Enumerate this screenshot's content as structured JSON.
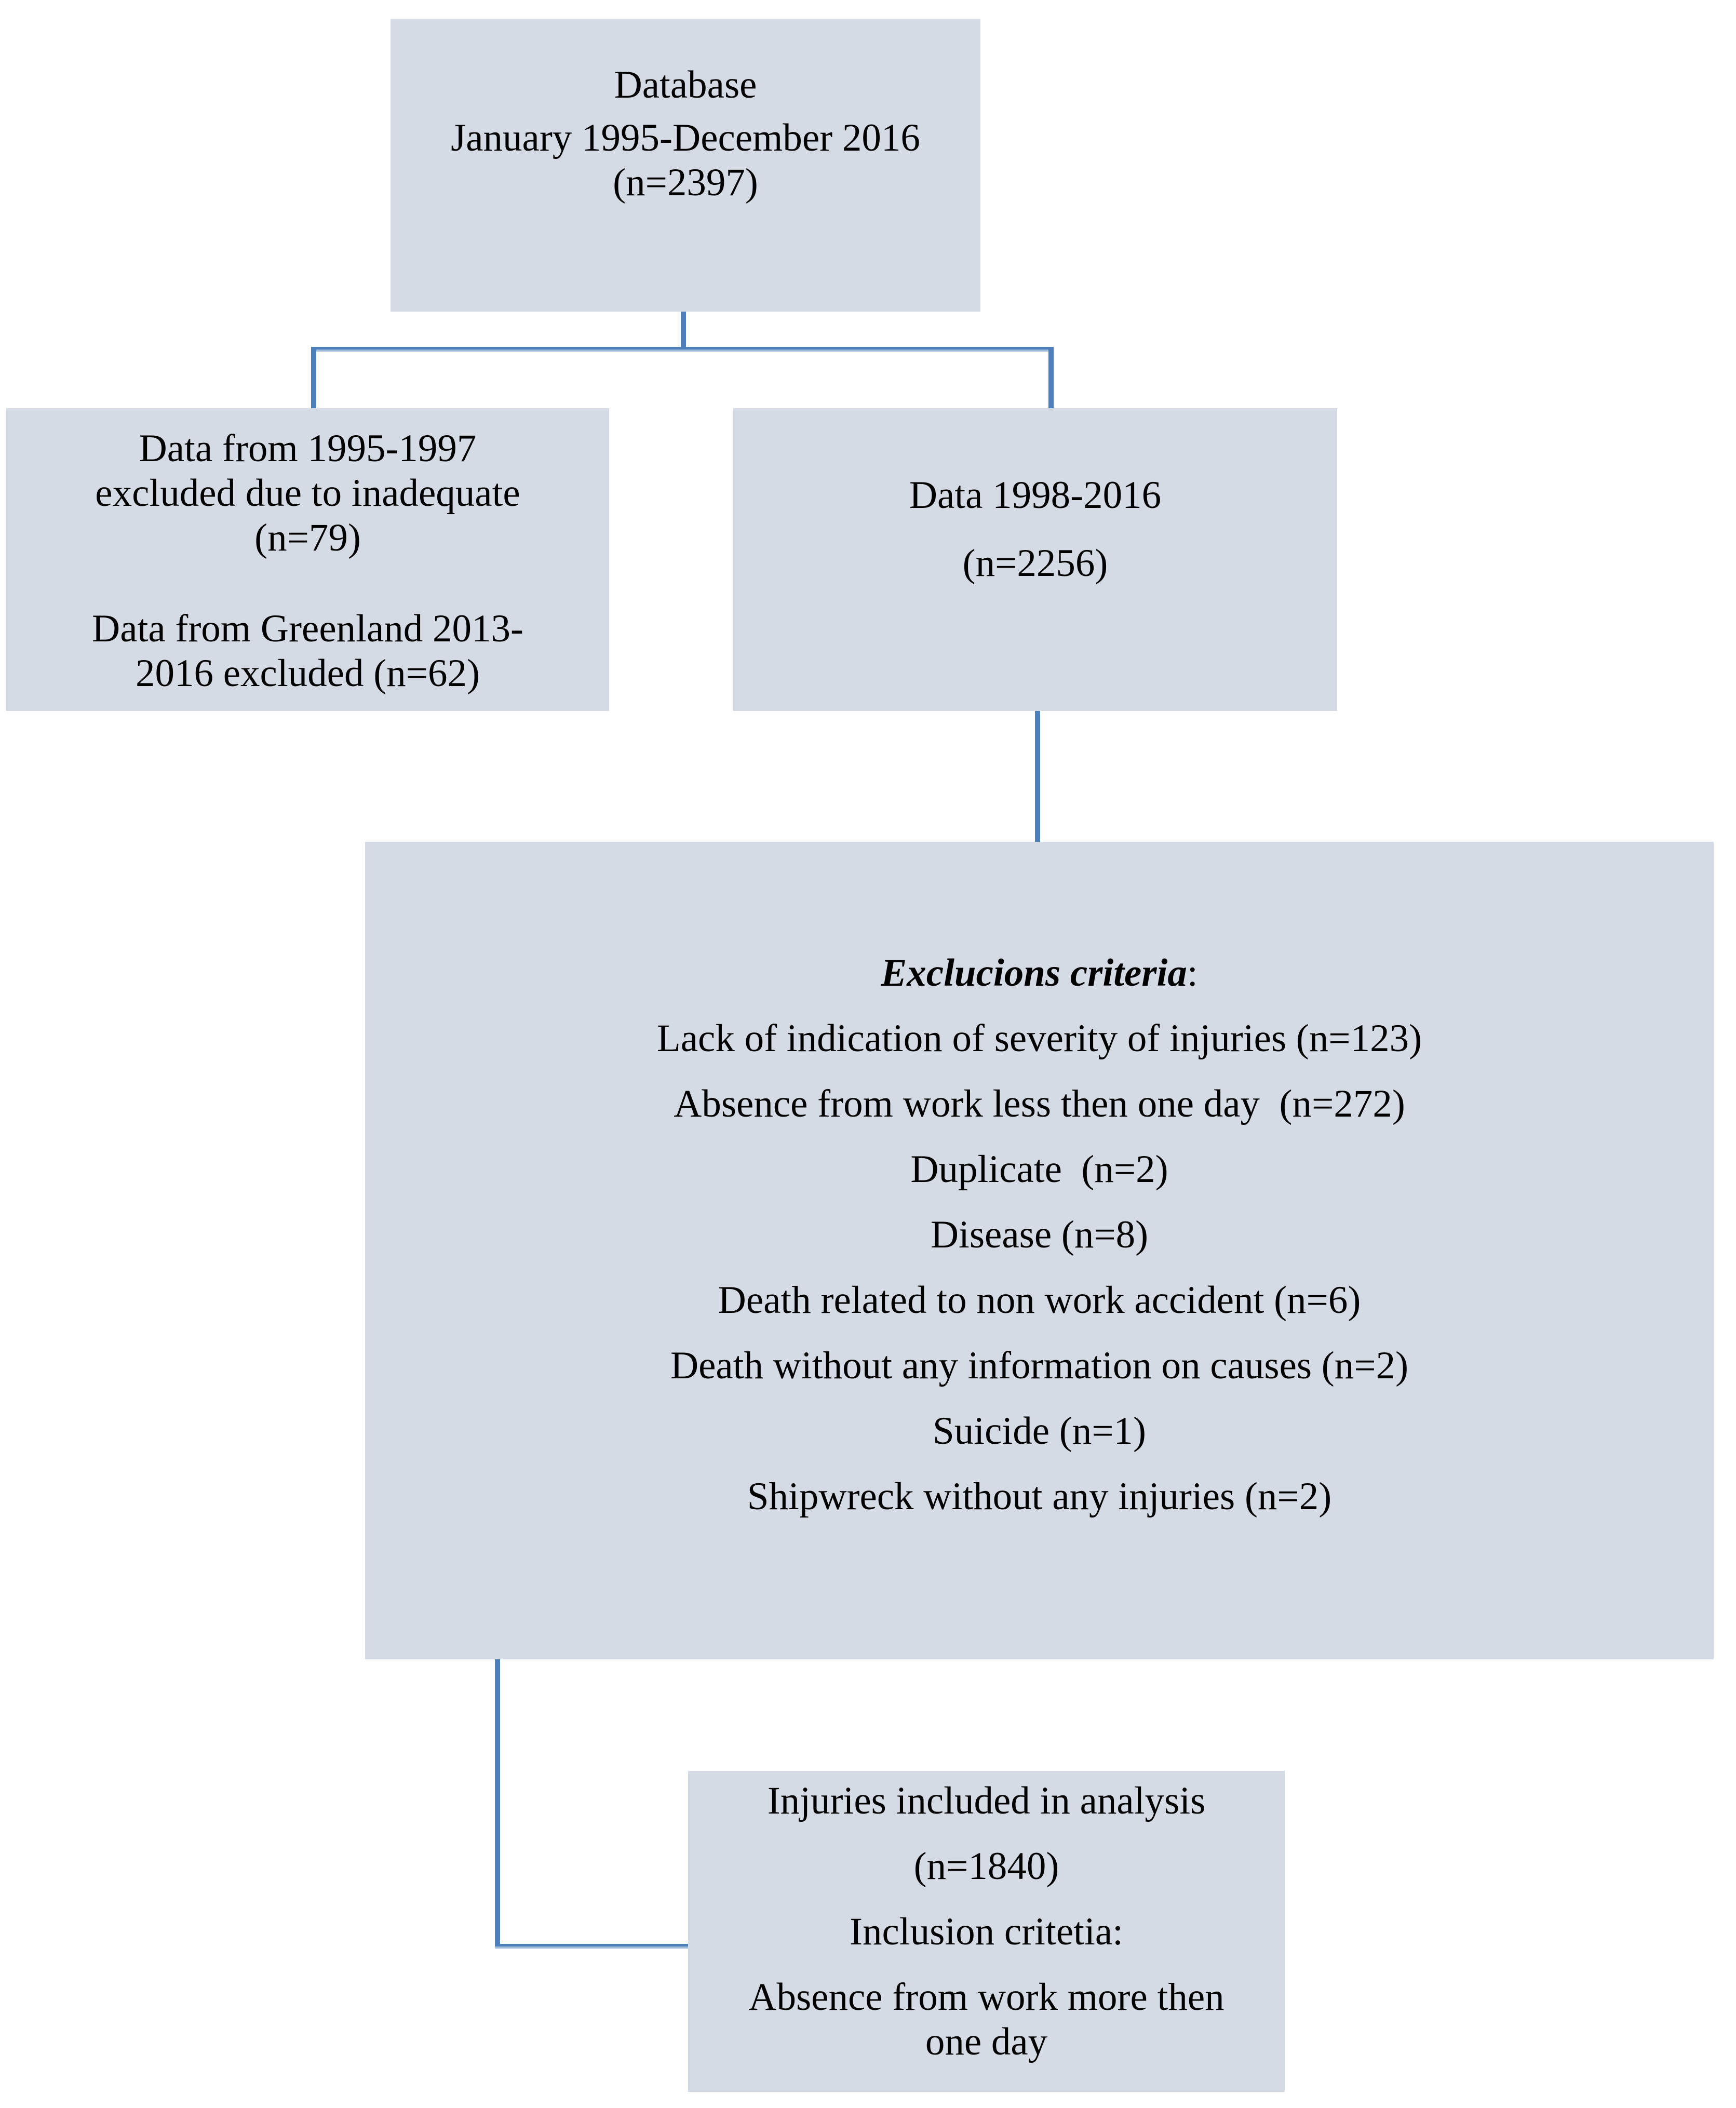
{
  "palette": {
    "background": "#ffffff",
    "box_fill": "#d5dbe4",
    "connector": "#4d80bb",
    "connector_highlight": "#9fbcd9",
    "text": "#000000"
  },
  "boxes": {
    "database": {
      "paragraphs": [
        [
          "Database"
        ],
        [
          "January 1995-December 2016",
          "(n=2397)"
        ]
      ]
    },
    "excluded": {
      "paragraphs": [
        [
          "Data from 1995-1997",
          "excluded due to inadequate",
          "(n=79)"
        ],
        [
          "Data from Greenland 2013-",
          "2016 excluded (n=62)"
        ]
      ]
    },
    "retained": {
      "paragraphs": [
        [
          "Data 1998-2016"
        ],
        [
          "(n=2256)"
        ]
      ]
    },
    "exclusion_criteria": {
      "title": "Exclucions criteria",
      "title_colon": ":",
      "items": [
        "Lack of indication of severity of injuries (n=123)",
        "Absence from work less then one day  (n=272)",
        "Duplicate  (n=2)",
        "Disease (n=8)",
        "Death related to non work accident (n=6)",
        "Death without any information on causes (n=2)",
        "Suicide (n=1)",
        "Shipwreck without any injuries (n=2)"
      ]
    },
    "included": {
      "paragraphs": [
        [
          "Injuries included in analysis"
        ],
        [
          "(n=1840)"
        ],
        [
          "Inclusion critetia:"
        ],
        [
          "Absence from work more then",
          "one day"
        ]
      ]
    }
  }
}
